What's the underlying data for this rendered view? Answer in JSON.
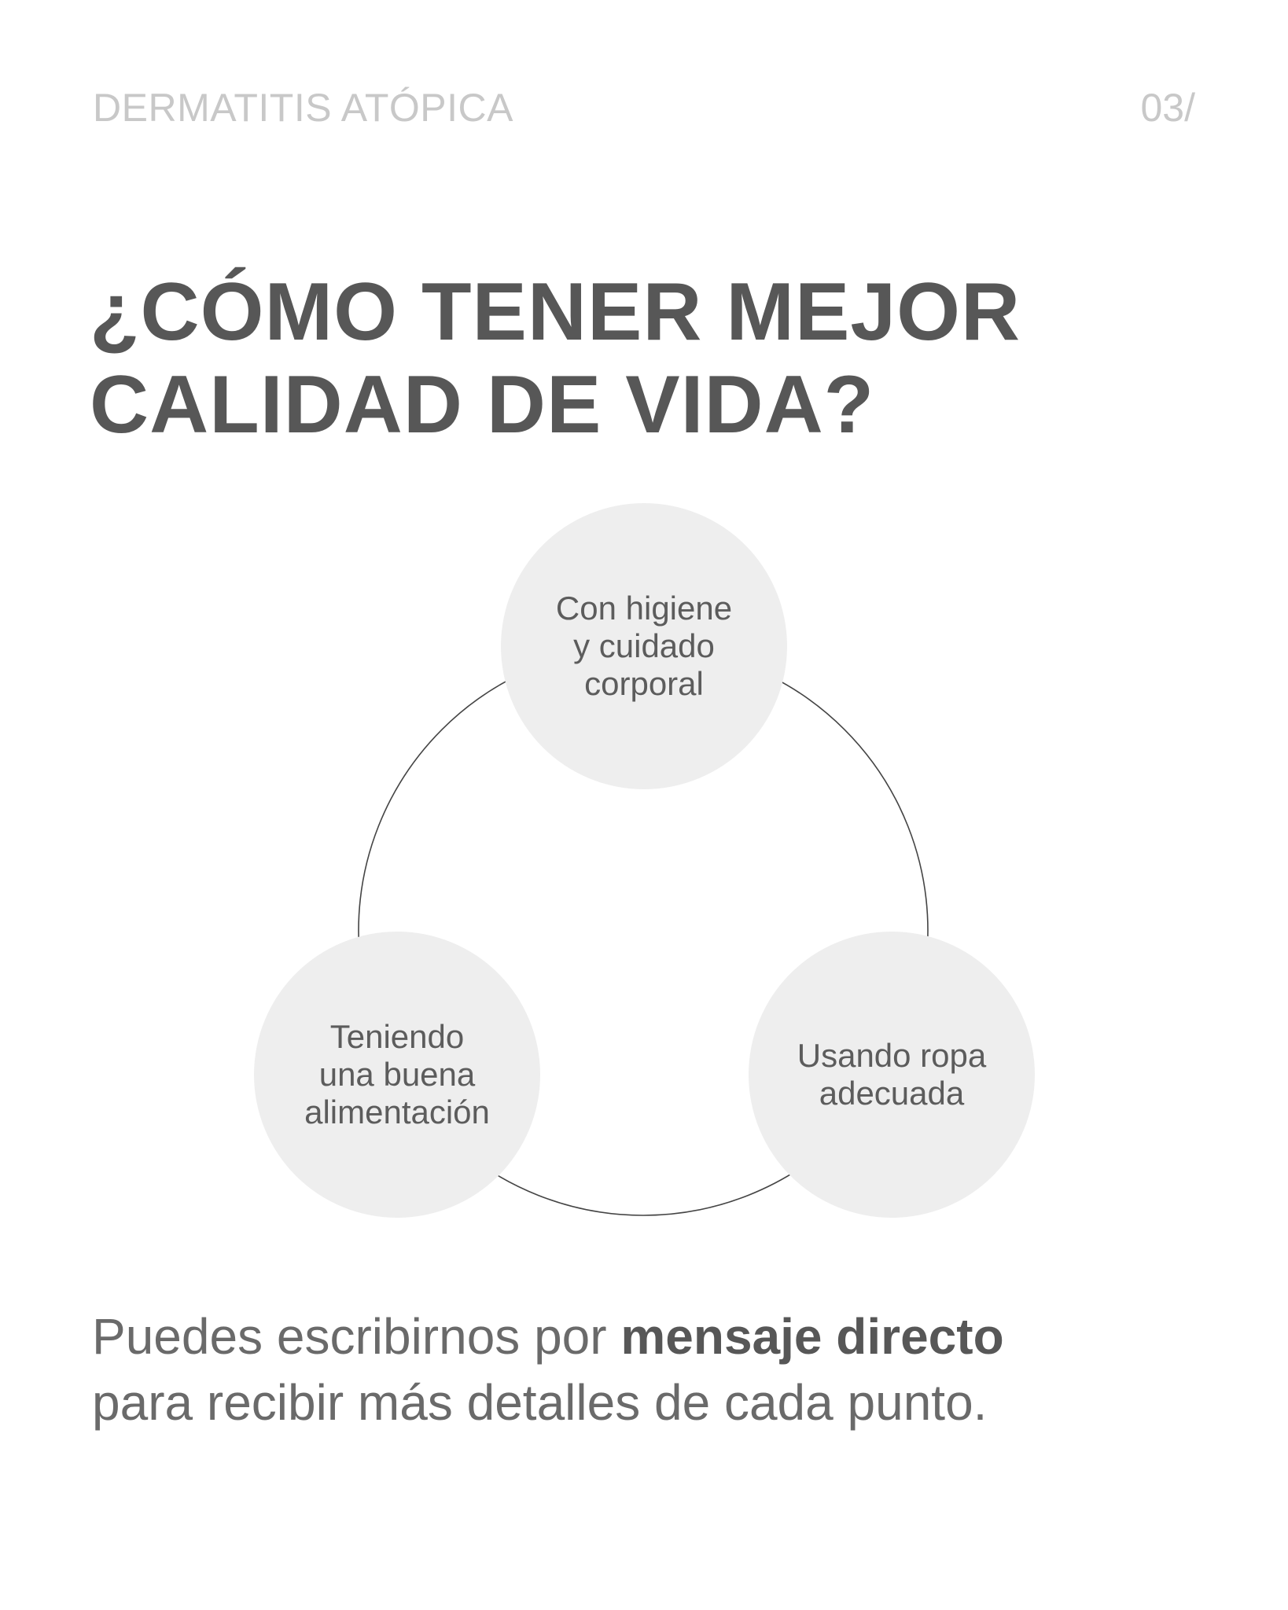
{
  "header": {
    "topic": "DERMATITIS ATÓPICA",
    "page_number": "03/"
  },
  "title": {
    "line1": "¿CÓMO TENER MEJOR",
    "line2": "CALIDAD DE VIDA?"
  },
  "diagram": {
    "nodes": [
      {
        "lines": [
          "Con higiene",
          "y cuidado",
          "corporal"
        ]
      },
      {
        "lines": [
          "Usando ropa",
          "adecuada"
        ]
      },
      {
        "lines": [
          "Teniendo",
          "una buena",
          "alimentación"
        ]
      }
    ]
  },
  "footer": {
    "line1_prefix": "Puedes escribirnos por ",
    "line1_bold": "mensaje directo",
    "line2": "para recibir más detalles de cada punto."
  },
  "colors": {
    "heading": "#575757",
    "header_text": "#c8c8c8",
    "node_fill": "#eeeeee",
    "ring_stroke": "#444444"
  }
}
